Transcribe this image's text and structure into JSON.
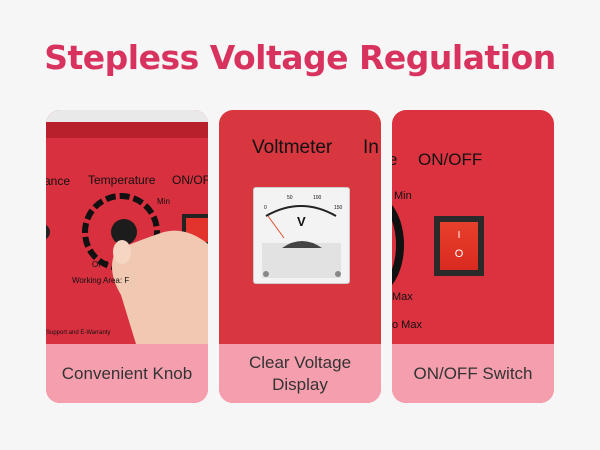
{
  "title": "Stepless Voltage Regulation",
  "cards": [
    {
      "caption": "Convenient Knob",
      "photo_labels": {
        "left": "ance",
        "temperature": "Temperature",
        "onoff": "ON/OF",
        "min": "Min",
        "off": "OFF",
        "working": "Working Area: F",
        "support": "Support and E-Warranty"
      }
    },
    {
      "caption": "Clear Voltage Display",
      "photo_labels": {
        "voltmeter": "Voltmeter",
        "in": "In",
        "unit": "V",
        "scale": [
          "0",
          "50",
          "100",
          "150"
        ]
      }
    },
    {
      "caption": "ON/OFF Switch",
      "photo_labels": {
        "onoff": "ON/OFF",
        "min": "Min",
        "max": "Max",
        "max2": "o Max",
        "e": "e",
        "on": "I",
        "off": "O"
      }
    }
  ],
  "colors": {
    "title": "#d8335e",
    "panel": "#d9303f",
    "caption_bg": "#f59fae"
  }
}
